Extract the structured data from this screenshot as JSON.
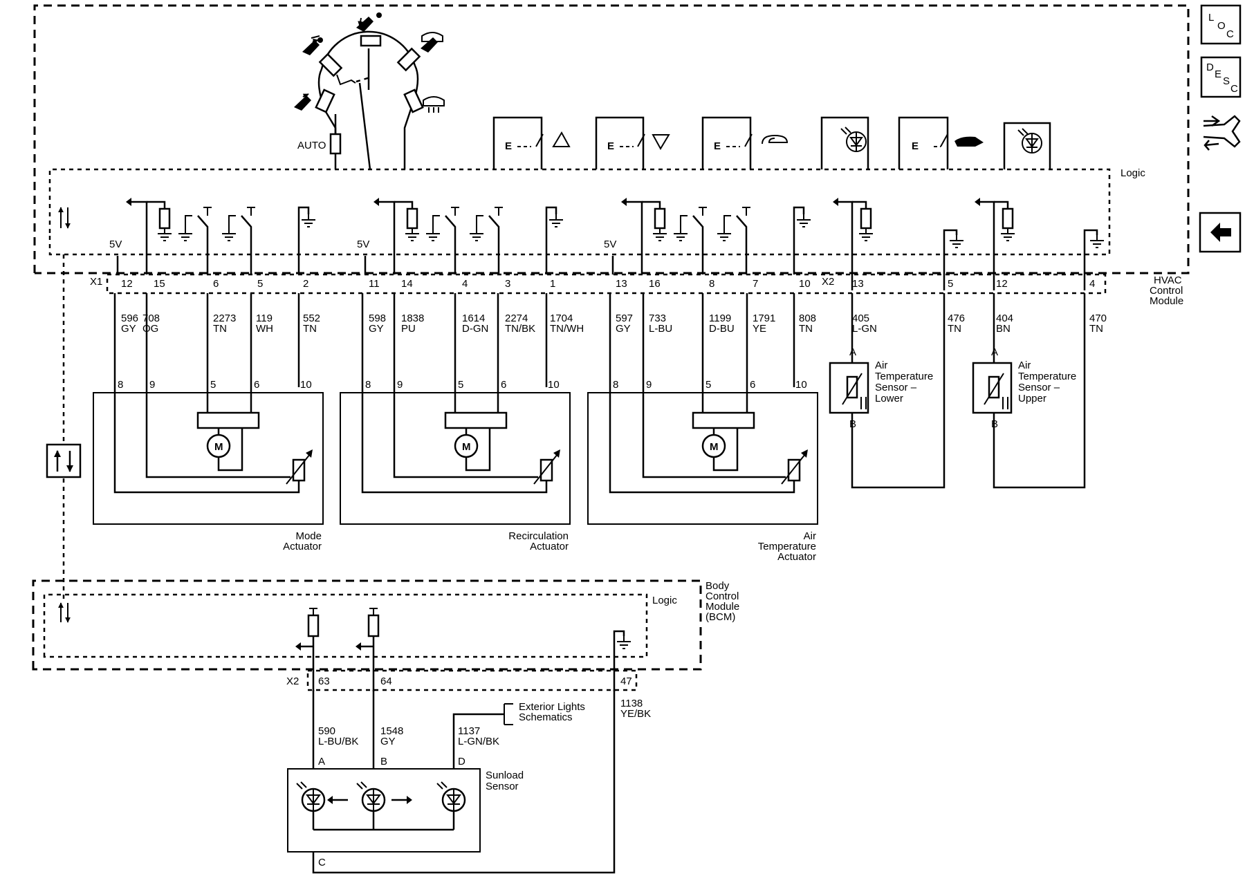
{
  "nav": {
    "loc_label": [
      "L",
      "O",
      "C"
    ],
    "desc_label": [
      "D",
      "E",
      "S",
      "C"
    ]
  },
  "hvac": {
    "module_label": [
      "HVAC",
      "Control",
      "Module"
    ],
    "logic_label": "Logic",
    "auto_label": "AUTO",
    "x1_label": "X1",
    "x2_label": "X2",
    "v5_label": "5V"
  },
  "x1_pins": [
    "12",
    "15",
    "6",
    "5",
    "2",
    "11",
    "14",
    "4",
    "3",
    "1",
    "13",
    "16",
    "8",
    "7",
    "10"
  ],
  "x2_pins": [
    "13",
    "5",
    "12",
    "4"
  ],
  "wires": [
    {
      "num": "596",
      "color": "GY"
    },
    {
      "num": "708",
      "color": "OG"
    },
    {
      "num": "2273",
      "color": "TN"
    },
    {
      "num": "119",
      "color": "WH"
    },
    {
      "num": "552",
      "color": "TN"
    },
    {
      "num": "598",
      "color": "GY"
    },
    {
      "num": "1838",
      "color": "PU"
    },
    {
      "num": "1614",
      "color": "D-GN"
    },
    {
      "num": "2274",
      "color": "TN/BK"
    },
    {
      "num": "1704",
      "color": "TN/WH"
    },
    {
      "num": "597",
      "color": "GY"
    },
    {
      "num": "733",
      "color": "L-BU"
    },
    {
      "num": "1199",
      "color": "D-BU"
    },
    {
      "num": "1791",
      "color": "YE"
    },
    {
      "num": "808",
      "color": "TN"
    },
    {
      "num": "405",
      "color": "L-GN"
    },
    {
      "num": "476",
      "color": "TN"
    },
    {
      "num": "404",
      "color": "BN"
    },
    {
      "num": "470",
      "color": "TN"
    }
  ],
  "actuator_pins": [
    "8",
    "9",
    "5",
    "6",
    "10"
  ],
  "actuators": [
    {
      "label": [
        "Mode",
        "Actuator"
      ]
    },
    {
      "label": [
        "Recirculation",
        "Actuator"
      ]
    },
    {
      "label": [
        "Air",
        "Temperature",
        "Actuator"
      ]
    }
  ],
  "motor_label": "M",
  "sensors": [
    {
      "label": [
        "Air",
        "Temperature",
        "Sensor –",
        "Lower"
      ],
      "pin_a": "A",
      "pin_b": "B"
    },
    {
      "label": [
        "Air",
        "Temperature",
        "Sensor –",
        "Upper"
      ],
      "pin_a": "A",
      "pin_b": "B"
    }
  ],
  "bcm": {
    "label": [
      "Body",
      "Control",
      "Module",
      "(BCM)"
    ],
    "logic_label": "Logic",
    "x2_label": "X2",
    "pins": [
      "63",
      "64",
      "47"
    ]
  },
  "bcm_wires": [
    {
      "num": "590",
      "color": "L-BU/BK"
    },
    {
      "num": "1548",
      "color": "GY"
    },
    {
      "num": "1137",
      "color": "L-GN/BK"
    },
    {
      "num": "1138",
      "color": "YE/BK"
    }
  ],
  "sunload": {
    "label": [
      "Sunload",
      "Sensor"
    ],
    "pins": [
      "A",
      "B",
      "D",
      "C"
    ],
    "ext_ref": [
      "Exterior Lights",
      "Schematics"
    ]
  },
  "switch_letter": "E"
}
